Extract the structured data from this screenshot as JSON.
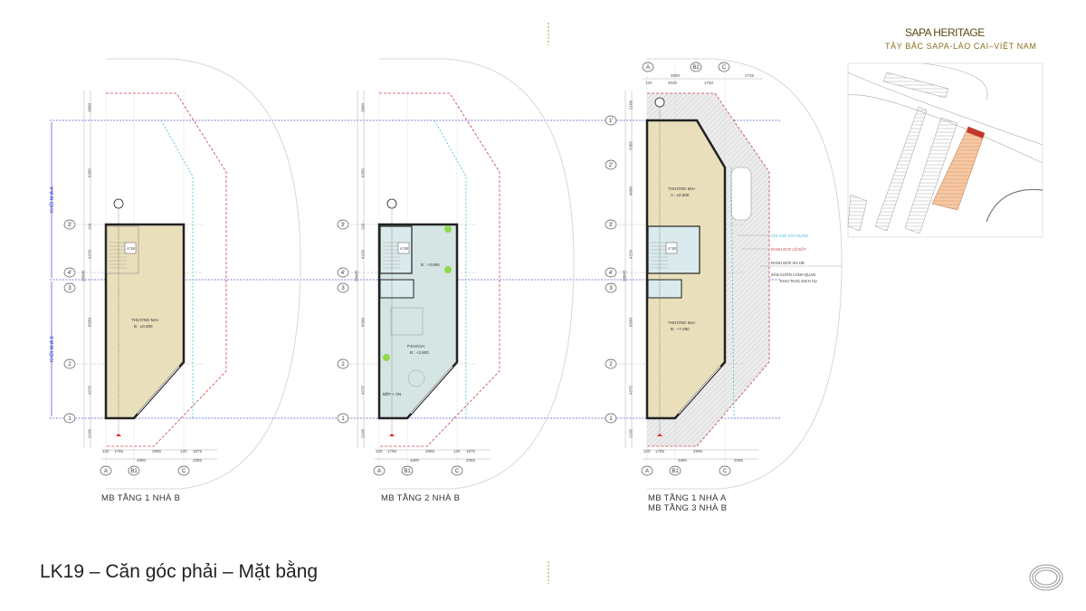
{
  "header": {
    "brand": "SAPA HERITAGE",
    "subtitle": "TÂY BẮC SAPA-LÀO CAI–VIỆT NAM"
  },
  "slide_title": "LK19 – Căn góc phải – Mặt bằng",
  "colors": {
    "accent_gold": "#b8962e",
    "floor_commercial": "#e9dfbb",
    "floor_living": "#d5e5e4",
    "highlight_lot": "#f6c9a4",
    "build_line": "#47b7d6",
    "lot_line": "#c8404a",
    "axis_line": "#5a5ad8"
  },
  "side_labels": {
    "block_a": "KHỐI NHÀ A",
    "block_b": "KHỐI NHÀ B"
  },
  "legend": {
    "build_line": "CHỈ GIỚI XÂY DỰNG",
    "lot_line": "RANH GIỚI LÔ ĐẤT",
    "sidewalk_line": "RANH GIỚI VỈA HÈ",
    "garden_line1": "SÂN VƯỜN CẢNH QUAN",
    "garden_line2": "KHAI THÁC DỊCH VỤ"
  },
  "plans": [
    {
      "title1": "MB TẦNG 1 NHÀ B",
      "title2": "",
      "cols": [
        "A",
        "B1",
        "C"
      ],
      "rows": [
        "3'",
        "4'",
        "3",
        "2",
        "1"
      ],
      "vdims": [
        "2000",
        "6285",
        "110",
        "4220",
        "28005",
        "6580",
        "4375",
        "2105"
      ],
      "bdims": [
        "120",
        "1785",
        "2995",
        "120",
        "1975",
        "4890",
        "2085"
      ],
      "stair": "A'18",
      "rooms": [
        {
          "name": "THƯƠNG MẠI",
          "level": "B : ±0.000"
        }
      ]
    },
    {
      "title1": "MB TẦNG 2 NHÀ B",
      "title2": "",
      "cols": [
        "A",
        "B1",
        "C"
      ],
      "rows": [
        "3'",
        "4'",
        "3",
        "2",
        "1"
      ],
      "vdims": [
        "2000",
        "6285",
        "110",
        "4220",
        "28005",
        "6580",
        "4375",
        "2105"
      ],
      "bdims": [
        "120",
        "1785",
        "2995",
        "120",
        "1975",
        "4890",
        "2085"
      ],
      "stair": "A'18",
      "rooms": [
        {
          "name": "",
          "level": "B : +3.900"
        },
        {
          "name": "P.KHÁCH",
          "level": "B : +3.900"
        },
        {
          "name": "BẾP + ĂN",
          "level": ""
        }
      ]
    },
    {
      "title1": "MB TẦNG 1 NHÀ A",
      "title2": "MB TẦNG 3 NHÀ B",
      "cols": [
        "A",
        "B1",
        "C"
      ],
      "top_cols": [
        "A",
        "B2",
        "C"
      ],
      "top_dims": [
        "4890",
        "2735",
        "120",
        "3030",
        "1750"
      ],
      "rows": [
        "1'",
        "2'",
        "3'",
        "4'",
        "3",
        "2",
        "1"
      ],
      "vdims": [
        "2100",
        "3385",
        "4600",
        "4220",
        "28005",
        "6580",
        "4375",
        "2105"
      ],
      "bdims": [
        "120",
        "1785",
        "2995",
        "4890",
        "2085"
      ],
      "stair": "A'18",
      "rooms": [
        {
          "name": "THƯƠNG MẠI",
          "level": "A : ±0.000"
        },
        {
          "name": "THƯƠNG MẠI",
          "level": "B : +7.250"
        }
      ]
    }
  ]
}
